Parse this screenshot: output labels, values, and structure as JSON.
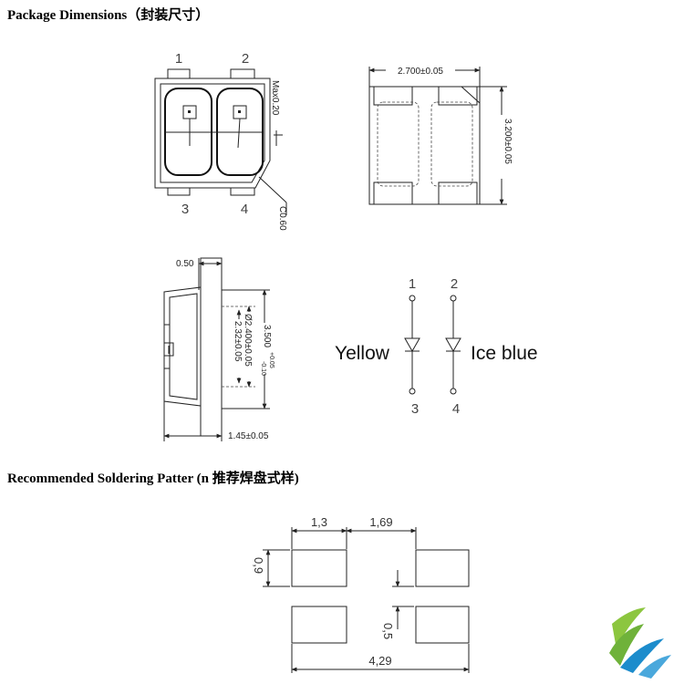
{
  "headings": {
    "package": "Package Dimensions（封装尺寸）",
    "soldering": "Recommended Soldering Patter (n 推荐焊盘式样)"
  },
  "top_view": {
    "pins": [
      "1",
      "2",
      "3",
      "4"
    ],
    "dim_max": "Max0.20",
    "dim_chamfer": "C0.60"
  },
  "back_view": {
    "dim_width": "2.700±0.05",
    "dim_height": "3.200±0.05"
  },
  "side_view": {
    "dim_top": "0.50",
    "dim_len": "3.500",
    "dim_len_tol_plus": "+0.05",
    "dim_len_tol_minus": "-0.10",
    "dim_dia": "Ø2.400±0.05",
    "dim_inner": "2.32±0.05",
    "dim_bottom": "1.45±0.05"
  },
  "schematic": {
    "pins": [
      "1",
      "2",
      "3",
      "4"
    ],
    "left_color": "Yellow",
    "right_color": "Ice blue"
  },
  "soldering": {
    "dim_pad_w": "1,3",
    "dim_gap": "1,69",
    "dim_pad_h": "0,9",
    "dim_pad_gap": "0,5",
    "dim_total": "4,29"
  },
  "colors": {
    "logo_green": "#8cc63f",
    "logo_blue": "#1c8ccc"
  }
}
